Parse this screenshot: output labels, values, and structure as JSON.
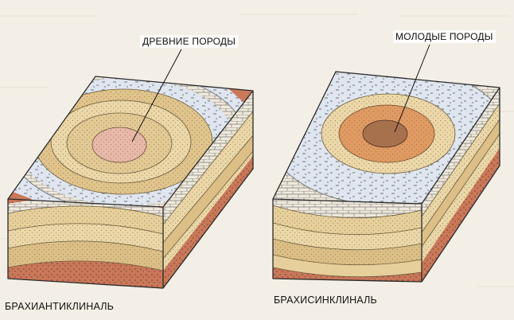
{
  "left_block": {
    "callout": "ДРЕВНИЕ ПОРОДЫ",
    "caption": "БРАХИАНТИКЛИНАЛЬ"
  },
  "right_block": {
    "callout": "МОЛОДЫЕ ПОРОДЫ",
    "caption": "БРАХИСИНКЛИНАЛЬ"
  },
  "colors": {
    "page": "#f4efe6",
    "pink_core": "#e8b8a8",
    "orange_layer": "#e09a62",
    "brown_core": "#a8714e",
    "tan_layer": "#e0c48c",
    "sand_layer": "#ecd7a8",
    "blue_layer": "#dfe6f0",
    "brick_layer": "#efe9dc",
    "rust_layer": "#c9785a"
  }
}
